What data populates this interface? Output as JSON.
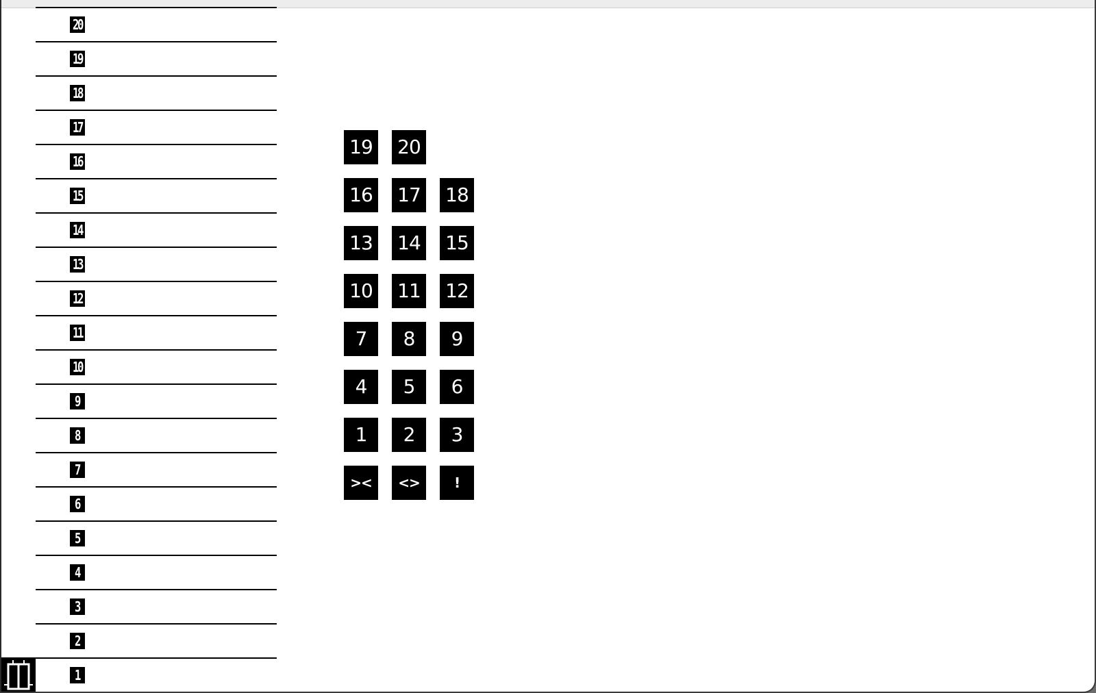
{
  "floors": [
    "20",
    "19",
    "18",
    "17",
    "16",
    "15",
    "14",
    "13",
    "12",
    "11",
    "10",
    "9",
    "8",
    "7",
    "6",
    "5",
    "4",
    "3",
    "2",
    "1"
  ],
  "keypad": {
    "rows": [
      [
        "19",
        "20"
      ],
      [
        "16",
        "17",
        "18"
      ],
      [
        "13",
        "14",
        "15"
      ],
      [
        "10",
        "11",
        "12"
      ],
      [
        "7",
        "8",
        "9"
      ],
      [
        "4",
        "5",
        "6"
      ],
      [
        "1",
        "2",
        "3"
      ]
    ],
    "controls": [
      {
        "label": "><",
        "name": "close-doors-button"
      },
      {
        "label": "<>",
        "name": "open-doors-button"
      },
      {
        "label": "!",
        "name": "alarm-button"
      }
    ]
  },
  "elevator": {
    "current_floor": "1",
    "icon": "elevator-doors-icon"
  },
  "colors": {
    "background": "#ffffff",
    "key": "#000000",
    "key_text": "#ffffff"
  }
}
